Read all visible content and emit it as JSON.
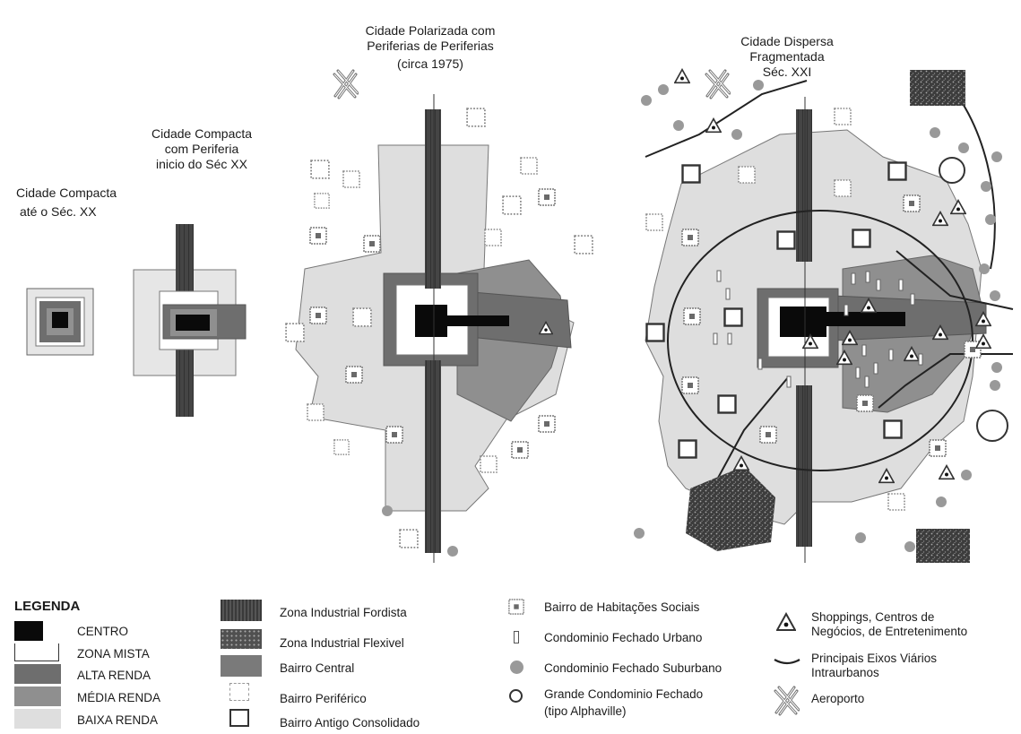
{
  "titles": {
    "stage1": [
      "Cidade Compacta",
      "até o Séc. XX"
    ],
    "stage2": [
      "Cidade Compacta",
      "com Periferia",
      "inicio do Séc XX"
    ],
    "stage3": [
      "Cidade Polarizada com",
      "Periferias de Periferias",
      "(circa 1975)"
    ],
    "stage4": [
      "Cidade Dispersa",
      "Fragmentada",
      "Séc. XXI"
    ]
  },
  "legend": {
    "heading": "LEGENDA",
    "col1": [
      "CENTRO",
      "ZONA MISTA",
      "ALTA RENDA",
      "MÉDIA RENDA",
      "BAIXA RENDA"
    ],
    "col2": [
      "Zona Industrial Fordista",
      "Zona Industrial Flexivel",
      "Bairro Central",
      "Bairro Periférico",
      "Bairro Antigo Consolidado"
    ],
    "col3": [
      "Bairro de Habitações Sociais",
      "Condominio Fechado Urbano",
      "Condominio Fechado Suburbano",
      "Grande Condominio Fechado",
      "(tipo Alphaville)"
    ],
    "col4": [
      "Shoppings, Centros de",
      "Negócios, de Entretenimento",
      "Principais Eixos Viários",
      "Intraurbanos",
      "Aeroporto"
    ]
  },
  "colors": {
    "centro": "#0a0a0a",
    "alta_renda": "#6e6e6e",
    "media_renda": "#8f8f8f",
    "baixa_renda": "#dedede",
    "industrial_fordista": "#3a3a3a",
    "industrial_flexivel": "#555555",
    "bairro_central": "#7a7a7a",
    "condominio_suburbano": "#999999"
  }
}
